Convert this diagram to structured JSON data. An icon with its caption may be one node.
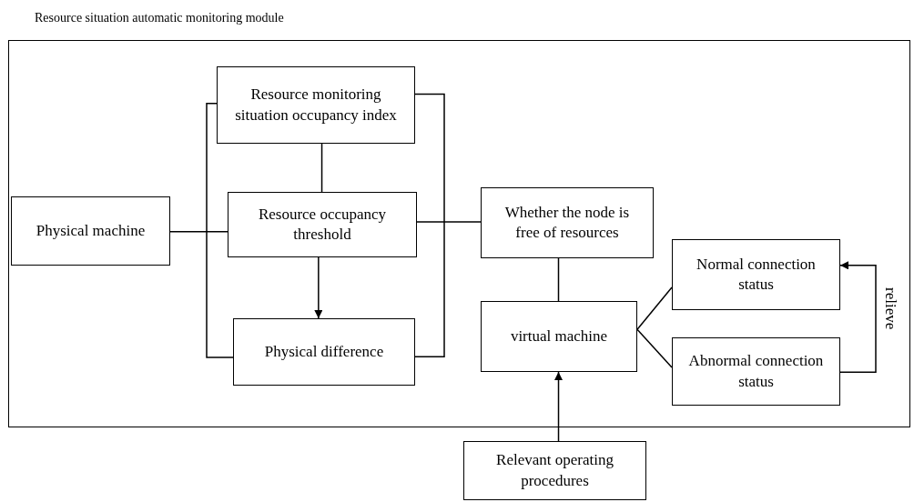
{
  "diagram": {
    "nodes": [
      {
        "text": [
          "Resource situation automatic monitoring module"
        ]
      },
      {
        "text": [
          "Physical machine"
        ],
        "in": 0
      },
      {
        "text": [
          "Resource monitoring situation occupancy index"
        ],
        "in": 0
      },
      {
        "text": [
          "Resource occupancy threshold"
        ],
        "in": 0
      },
      {
        "text": [
          "Physical difference"
        ],
        "in": 0
      },
      {
        "text": [
          "Whether the node is free of resources"
        ],
        "in": 0
      },
      {
        "text": [
          "virtual machine"
        ],
        "in": 0
      },
      {
        "text": [
          "Normal connection status"
        ],
        "in": 0
      },
      {
        "text": [
          "Abnormal connection status"
        ],
        "in": 0
      },
      {
        "text": [
          "Relevant operating procedures"
        ]
      }
    ],
    "edges": [
      {
        "from": 1,
        "to": 3,
        "arrow": "none"
      },
      {
        "from": 2,
        "to": 3,
        "arrow": "none"
      },
      {
        "from": 2,
        "to": 4,
        "arrow": "none"
      },
      {
        "from": 2,
        "to": 4,
        "arrow": "none"
      },
      {
        "from": 3,
        "to": 4,
        "arrow": "to"
      },
      {
        "from": 3,
        "to": 5,
        "arrow": "none"
      },
      {
        "from": 5,
        "to": 6,
        "arrow": "none"
      },
      {
        "from": 6,
        "to": 7,
        "arrow": "none"
      },
      {
        "from": 6,
        "to": 8,
        "arrow": "none"
      },
      {
        "from": 8,
        "to": 7,
        "arrow": "to",
        "label": "relieve"
      },
      {
        "from": 9,
        "to": 6,
        "arrow": "to"
      }
    ]
  }
}
